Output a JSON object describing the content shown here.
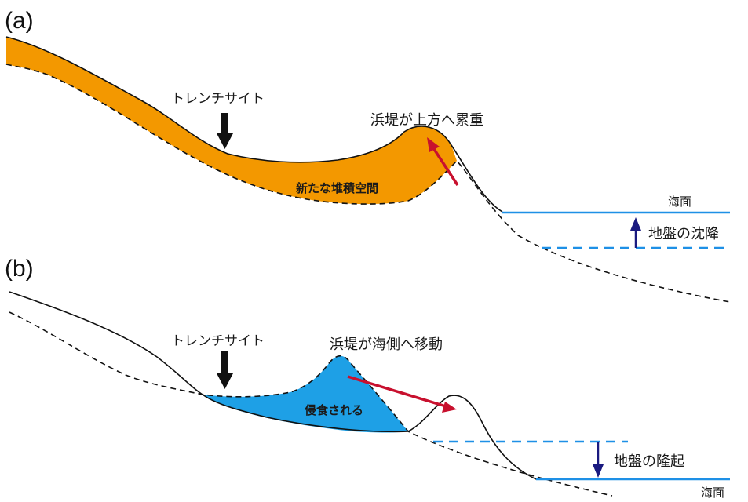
{
  "panel_a": {
    "label": "(a)",
    "trench_label": "トレンチサイト",
    "ridge_label": "浜堤が上方へ累重",
    "fill_label": "新たな堆積空間",
    "sea_label": "海面",
    "ground_label": "地盤の沈降"
  },
  "panel_b": {
    "label": "(b)",
    "trench_label": "トレンチサイト",
    "ridge_label": "浜堤が海側へ移動",
    "fill_label": "侵食される",
    "sea_label": "海面",
    "ground_label": "地盤の隆起"
  },
  "colors": {
    "orange_fill": "#f39800",
    "blue_fill": "#1ea0e6",
    "sea_line": "#1e90e6",
    "red_arrow": "#c8102e",
    "navy_arrow": "#1a1a80",
    "black": "#111111"
  }
}
